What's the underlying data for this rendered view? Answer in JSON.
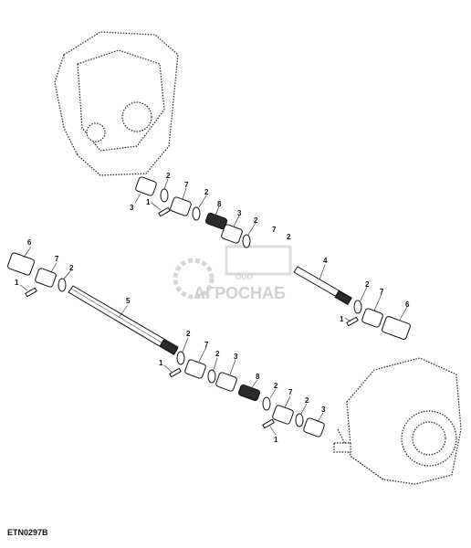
{
  "figure_code": "ETN0297B",
  "watermark": {
    "company_prefix": "ООО",
    "company_name": "АГРОСНАБ"
  },
  "callouts": [
    {
      "id": "c-top-3",
      "text": "3"
    },
    {
      "id": "c-top-2",
      "text": "2"
    },
    {
      "id": "c-top-1",
      "text": "1"
    },
    {
      "id": "c-top-7",
      "text": "7"
    },
    {
      "id": "c-top-2b",
      "text": "2"
    },
    {
      "id": "c-top-8",
      "text": "8"
    },
    {
      "id": "c-top-3b",
      "text": "3"
    },
    {
      "id": "c-top-2c",
      "text": "2"
    },
    {
      "id": "c-top-7b",
      "text": "7"
    },
    {
      "id": "c-top-2d",
      "text": "2"
    },
    {
      "id": "c-left-6",
      "text": "6"
    },
    {
      "id": "c-left-7",
      "text": "7"
    },
    {
      "id": "c-left-2",
      "text": "2"
    },
    {
      "id": "c-left-1",
      "text": "1"
    },
    {
      "id": "c-shaft-5",
      "text": "5"
    },
    {
      "id": "c-shaft-4",
      "text": "4"
    },
    {
      "id": "c-right-2",
      "text": "2"
    },
    {
      "id": "c-right-7",
      "text": "7"
    },
    {
      "id": "c-right-1",
      "text": "1"
    },
    {
      "id": "c-right-6",
      "text": "6"
    },
    {
      "id": "c-mid-2",
      "text": "2"
    },
    {
      "id": "c-mid-7",
      "text": "7"
    },
    {
      "id": "c-mid-1",
      "text": "1"
    },
    {
      "id": "c-mid-2b",
      "text": "2"
    },
    {
      "id": "c-mid-3",
      "text": "3"
    },
    {
      "id": "c-mid-8",
      "text": "8"
    },
    {
      "id": "c-low-2",
      "text": "2"
    },
    {
      "id": "c-low-7",
      "text": "7"
    },
    {
      "id": "c-low-2b",
      "text": "2"
    },
    {
      "id": "c-low-3",
      "text": "3"
    },
    {
      "id": "c-low-1",
      "text": "1"
    }
  ]
}
